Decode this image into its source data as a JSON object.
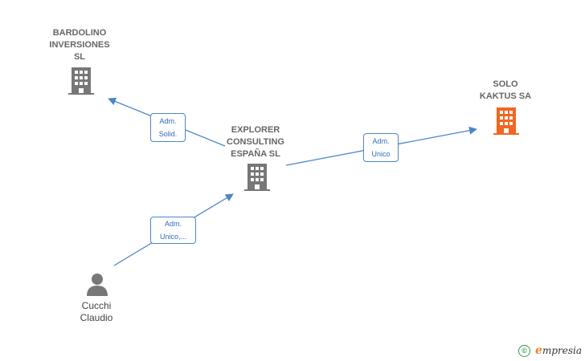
{
  "nodes": {
    "bardolino": {
      "label": "BARDOLINO\nINVERSIONES\nSL",
      "icon": "building-icon",
      "color": "#777777"
    },
    "explorer": {
      "label": "EXPLORER\nCONSULTING\nESPAÑA  SL",
      "icon": "building-icon",
      "color": "#777777"
    },
    "solo": {
      "label": "SOLO\nKAKTUS SA",
      "icon": "building-icon",
      "color": "#f26522"
    },
    "cucchi": {
      "label": "Cucchi\nClaudio",
      "icon": "person-icon",
      "color": "#777777"
    }
  },
  "edges": {
    "explorer_bardolino": {
      "label": "Adm.\nSolid."
    },
    "explorer_solo": {
      "label": "Adm.\nUnico"
    },
    "cucchi_explorer": {
      "label": "Adm.\nUnico,..."
    }
  },
  "colors": {
    "edge": "#4a86c8",
    "edge_text": "#2f6db5"
  },
  "footer": {
    "copyright": "©",
    "brand_initial": "e",
    "brand_rest": "mpresia"
  }
}
